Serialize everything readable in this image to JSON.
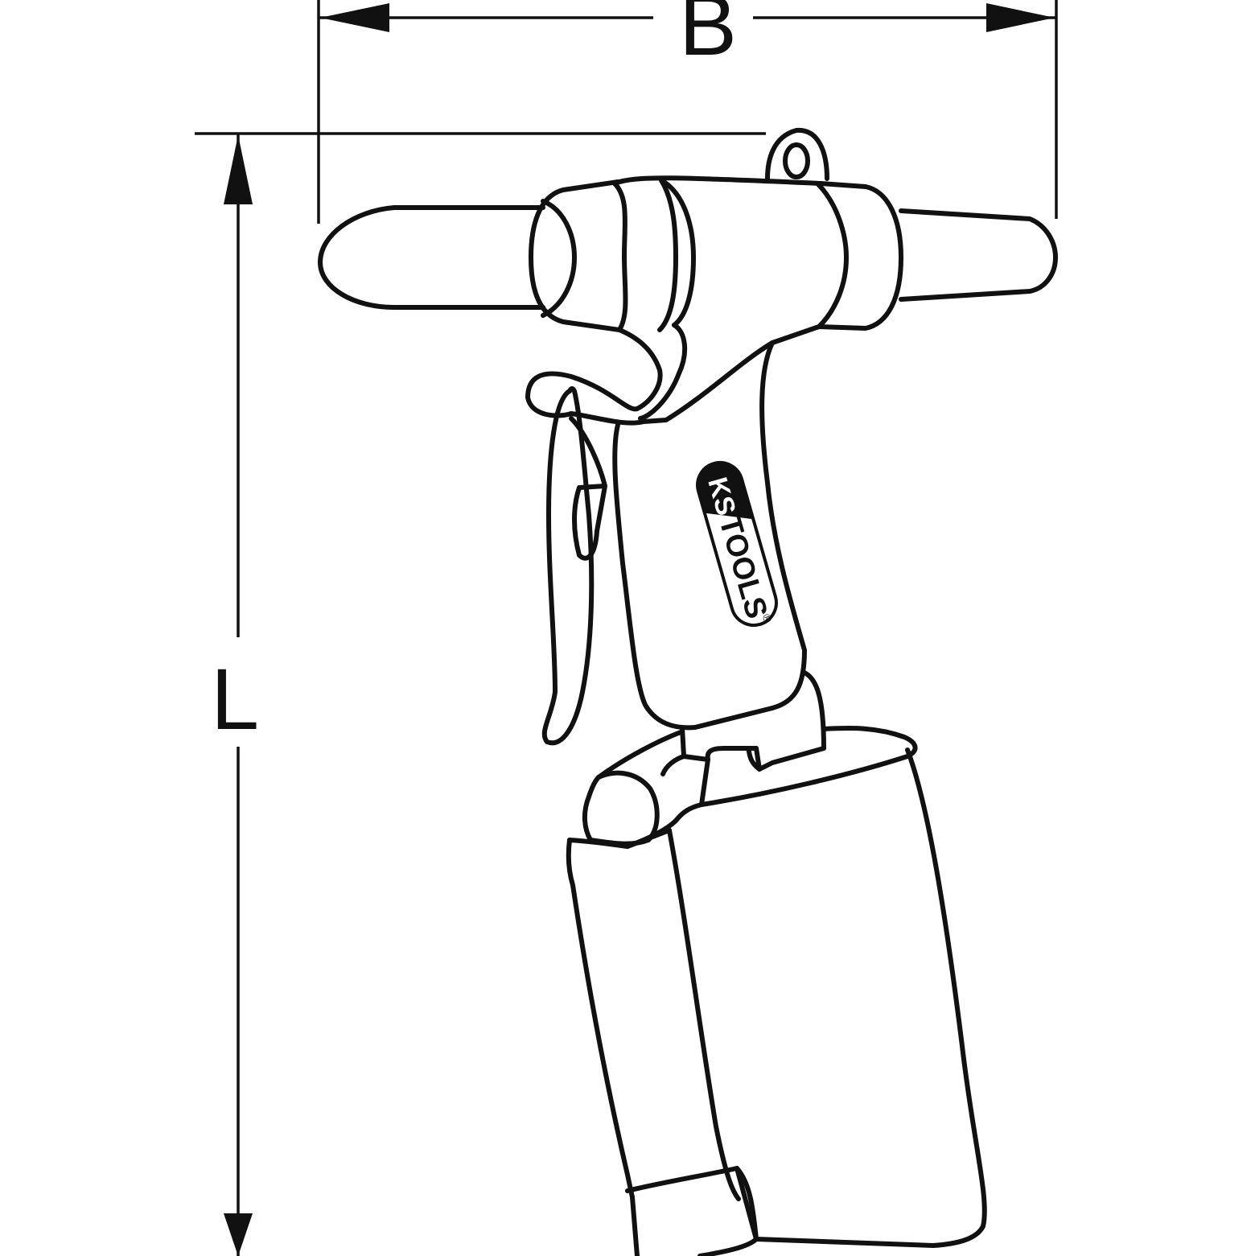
{
  "dimensions": {
    "width_label": "B",
    "length_label": "L"
  },
  "logo": {
    "brand": "KS TOOLS",
    "ks": "KS",
    "tools": "TOOLS",
    "registered": "®"
  },
  "colors": {
    "line": "#111111",
    "background": "#ffffff"
  }
}
